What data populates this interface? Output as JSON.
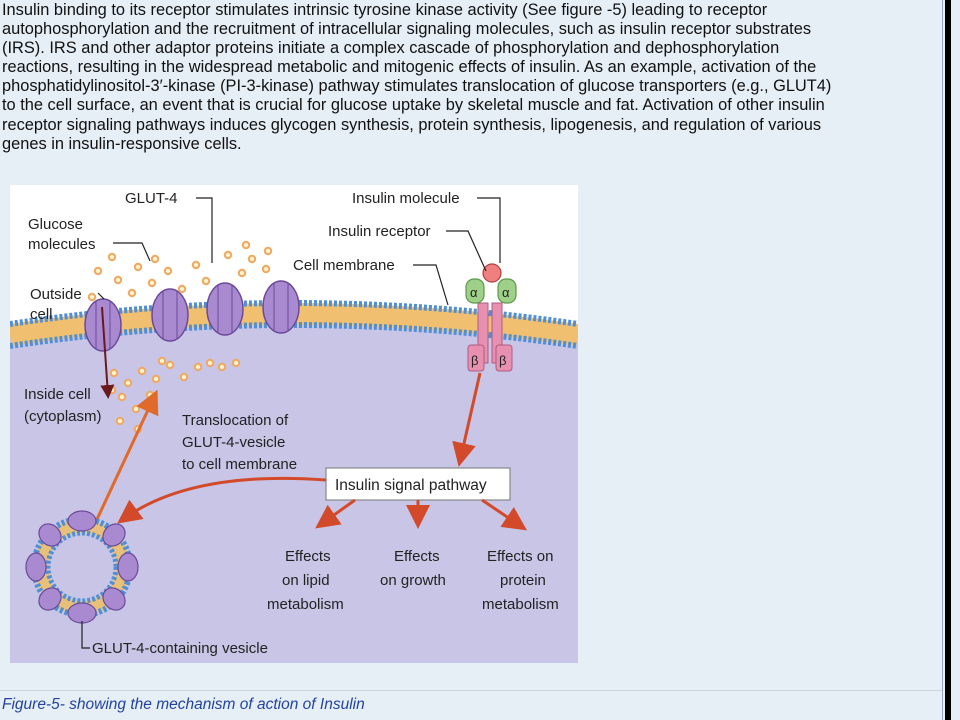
{
  "paragraph_lines": [
    "Insulin binding to its receptor stimulates intrinsic tyrosine kinase activity (See figure -5) leading to receptor",
    "autophosphorylation and the recruitment of intracellular signaling molecules, such as insulin receptor substrates",
    "(IRS). IRS and other adaptor proteins initiate a complex cascade of phosphorylation and dephosphorylation",
    "reactions, resulting in the widespread metabolic and mitogenic effects of insulin. As an example, activation of the",
    "phosphatidylinositol-3′-kinase (PI-3-kinase) pathway stimulates translocation of glucose transporters (e.g., GLUT4)",
    "to the cell surface, an event that is crucial for glucose uptake by skeletal muscle and fat. Activation of other insulin",
    "receptor signaling pathways induces glycogen synthesis, protein synthesis, lipogenesis, and regulation of various",
    "genes in insulin-responsive cells."
  ],
  "figure": {
    "labels": {
      "glut4": "GLUT-4",
      "glucose_line1": "Glucose",
      "glucose_line2": "molecules",
      "outside_line1": "Outside",
      "outside_line2": "cell",
      "inside_line1": "Inside cell",
      "inside_line2": "(cytoplasm)",
      "insulin_molecule": "Insulin molecule",
      "insulin_receptor": "Insulin receptor",
      "cell_membrane": "Cell membrane",
      "translocation_line1": "Translocation of",
      "translocation_line2": "GLUT-4-vesicle",
      "translocation_line3": "to cell membrane",
      "pathway": "Insulin signal pathway",
      "lipid_line1": "Effects",
      "lipid_line2": "on lipid",
      "lipid_line3": "metabolism",
      "growth_line1": "Effects",
      "growth_line2": "on growth",
      "protein_line1": "Effects on",
      "protein_line2": "protein",
      "protein_line3": "metabolism",
      "vesicle": "GLUT-4-containing vesicle",
      "alpha": "α",
      "beta": "β"
    }
  },
  "caption": "Figure-5- showing the  mechanism of action of Insulin",
  "colors": {
    "background": "#e6eef6",
    "cytoplasm": "#c8c5e6",
    "membrane_head": "#4f8fd6",
    "membrane_core": "#f0c070",
    "glut4": "#a98ad0",
    "glucose": "#f0a860",
    "arrow": "#d24a2a",
    "receptor": "#e890b0",
    "alpha_subunit": "#9ed08a",
    "caption": "#2244a0"
  }
}
